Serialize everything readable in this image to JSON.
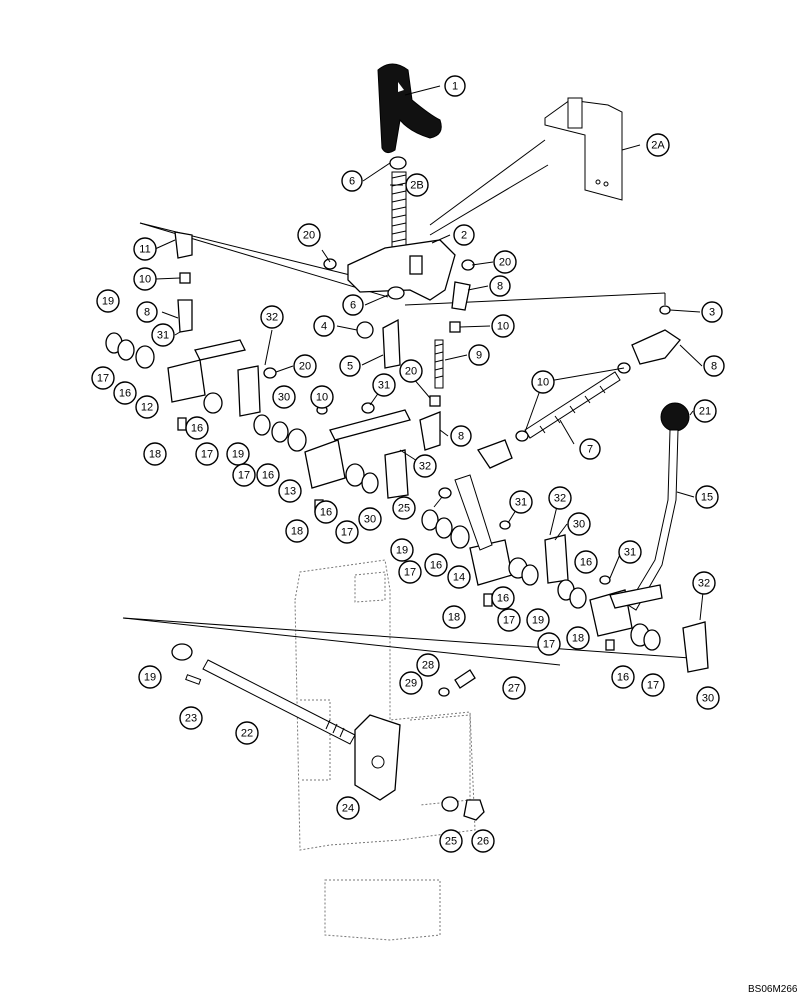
{
  "figure_code": "BS06M266",
  "callouts": [
    {
      "label": "1"
    },
    {
      "label": "2A"
    },
    {
      "label": "6"
    },
    {
      "label": "2B"
    },
    {
      "label": "2"
    },
    {
      "label": "20"
    },
    {
      "label": "20"
    },
    {
      "label": "11"
    },
    {
      "label": "10"
    },
    {
      "label": "6"
    },
    {
      "label": "8"
    },
    {
      "label": "3"
    },
    {
      "label": "19"
    },
    {
      "label": "8"
    },
    {
      "label": "32"
    },
    {
      "label": "4"
    },
    {
      "label": "10"
    },
    {
      "label": "31"
    },
    {
      "label": "5"
    },
    {
      "label": "9"
    },
    {
      "label": "8"
    },
    {
      "label": "17"
    },
    {
      "label": "16"
    },
    {
      "label": "20"
    },
    {
      "label": "10"
    },
    {
      "label": "12"
    },
    {
      "label": "30"
    },
    {
      "label": "31"
    },
    {
      "label": "20"
    },
    {
      "label": "10"
    },
    {
      "label": "21"
    },
    {
      "label": "16"
    },
    {
      "label": "7"
    },
    {
      "label": "18"
    },
    {
      "label": "17"
    },
    {
      "label": "19"
    },
    {
      "label": "8"
    },
    {
      "label": "17"
    },
    {
      "label": "16"
    },
    {
      "label": "32"
    },
    {
      "label": "13"
    },
    {
      "label": "15"
    },
    {
      "label": "25"
    },
    {
      "label": "31"
    },
    {
      "label": "32"
    },
    {
      "label": "18"
    },
    {
      "label": "16"
    },
    {
      "label": "17"
    },
    {
      "label": "30"
    },
    {
      "label": "30"
    },
    {
      "label": "19"
    },
    {
      "label": "17"
    },
    {
      "label": "16"
    },
    {
      "label": "14"
    },
    {
      "label": "16"
    },
    {
      "label": "31"
    },
    {
      "label": "16"
    },
    {
      "label": "18"
    },
    {
      "label": "17"
    },
    {
      "label": "19"
    },
    {
      "label": "17"
    },
    {
      "label": "32"
    },
    {
      "label": "18"
    },
    {
      "label": "19"
    },
    {
      "label": "28"
    },
    {
      "label": "29"
    },
    {
      "label": "27"
    },
    {
      "label": "16"
    },
    {
      "label": "17"
    },
    {
      "label": "30"
    },
    {
      "label": "23"
    },
    {
      "label": "22"
    },
    {
      "label": "24"
    },
    {
      "label": "25"
    },
    {
      "label": "26"
    }
  ]
}
